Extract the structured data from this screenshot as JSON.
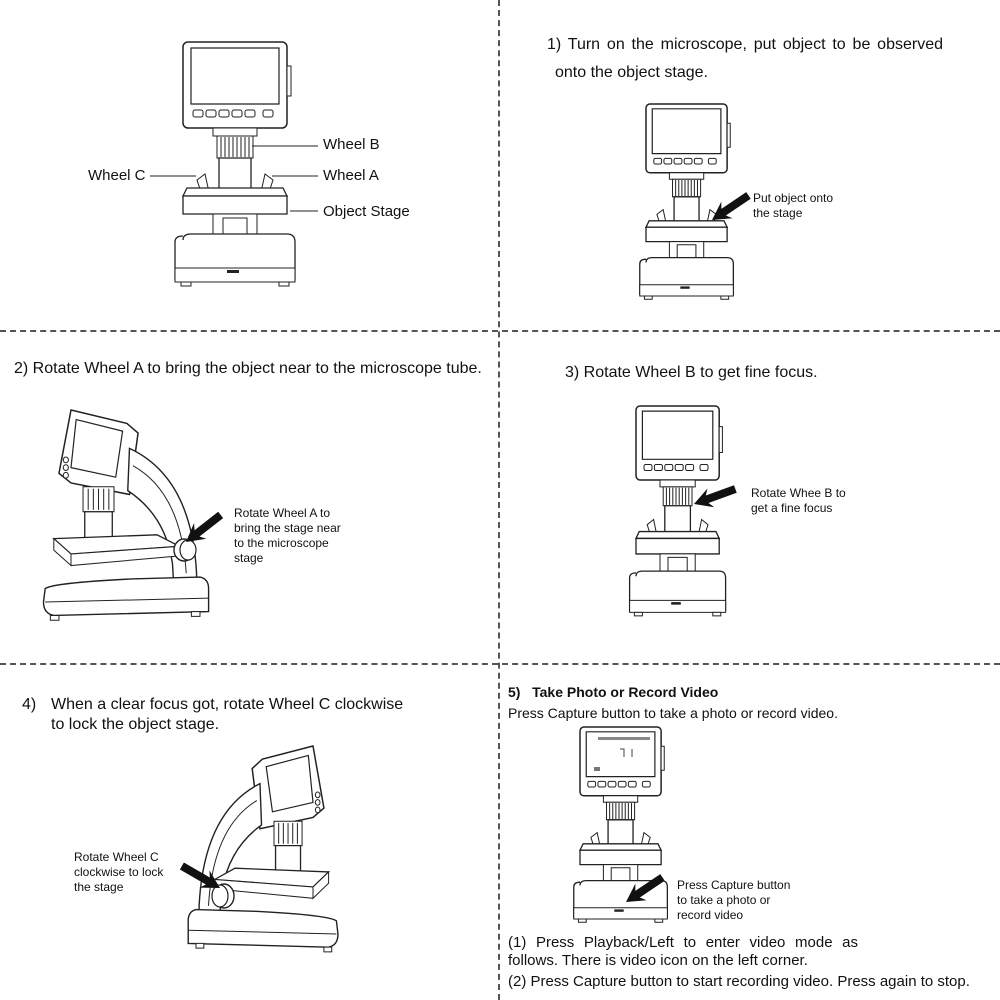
{
  "panel_overview": {
    "wheel_b": "Wheel B",
    "wheel_a": "Wheel A",
    "wheel_c": "Wheel C",
    "object_stage": "Object Stage"
  },
  "step1": {
    "line1": "1) Turn on the microscope, put object to be observed",
    "line2": "onto the object stage.",
    "callout": [
      "Put object onto",
      "the stage"
    ]
  },
  "step2": {
    "heading": "2) Rotate Wheel A to bring the object near to the microscope tube.",
    "callout": [
      "Rotate Wheel A to",
      "bring the stage near",
      "to the microscope",
      "stage"
    ]
  },
  "step3": {
    "heading": "3) Rotate Wheel B to get fine focus.",
    "callout": [
      "Rotate Whee B to",
      "get a fine focus"
    ]
  },
  "step4": {
    "number": "4)",
    "line1": "When a clear focus got, rotate Wheel C clockwise",
    "line2": "to lock the object stage.",
    "callout": [
      "Rotate Wheel C",
      "clockwise to lock",
      "the stage"
    ]
  },
  "step5": {
    "number": "5)",
    "title": "Take Photo or Record Video",
    "intro": "Press Capture button to take a photo or record video.",
    "callout": [
      "Press Capture button",
      "to take a photo or",
      "record video"
    ],
    "note1_line1": "(1) Press Playback/Left to enter video mode as",
    "note1_line2": "follows. There is video icon on the left corner.",
    "note2": "(2) Press Capture button to start recording video. Press again to stop."
  }
}
